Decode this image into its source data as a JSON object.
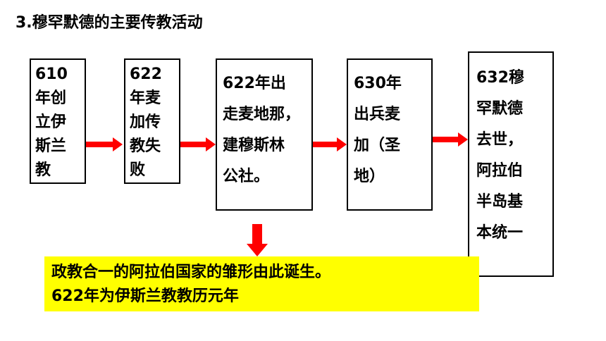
{
  "title": "3.穆罕默德的主要传教活动",
  "boxes": [
    {
      "lines": [
        "610",
        "年创",
        "立伊",
        "斯兰",
        "教"
      ]
    },
    {
      "lines": [
        "622",
        "年麦",
        "加传",
        "教失",
        "败"
      ]
    },
    {
      "lines": [
        "622年出",
        "走麦地那，",
        "建穆斯林",
        "公社。"
      ]
    },
    {
      "lines": [
        "630年",
        "出兵麦",
        "加（圣",
        "地）"
      ]
    },
    {
      "lines": [
        "632穆",
        "罕默德",
        "去世，",
        "阿拉伯",
        "半岛基",
        "本统一"
      ]
    }
  ],
  "note": {
    "line1": "政教合一的阿拉伯国家的雏形由此诞生。",
    "line2": "622年为伊斯兰教教历元年"
  },
  "colors": {
    "arrow": "#ff0000",
    "note_background": "#ffff00",
    "border": "#000000"
  }
}
